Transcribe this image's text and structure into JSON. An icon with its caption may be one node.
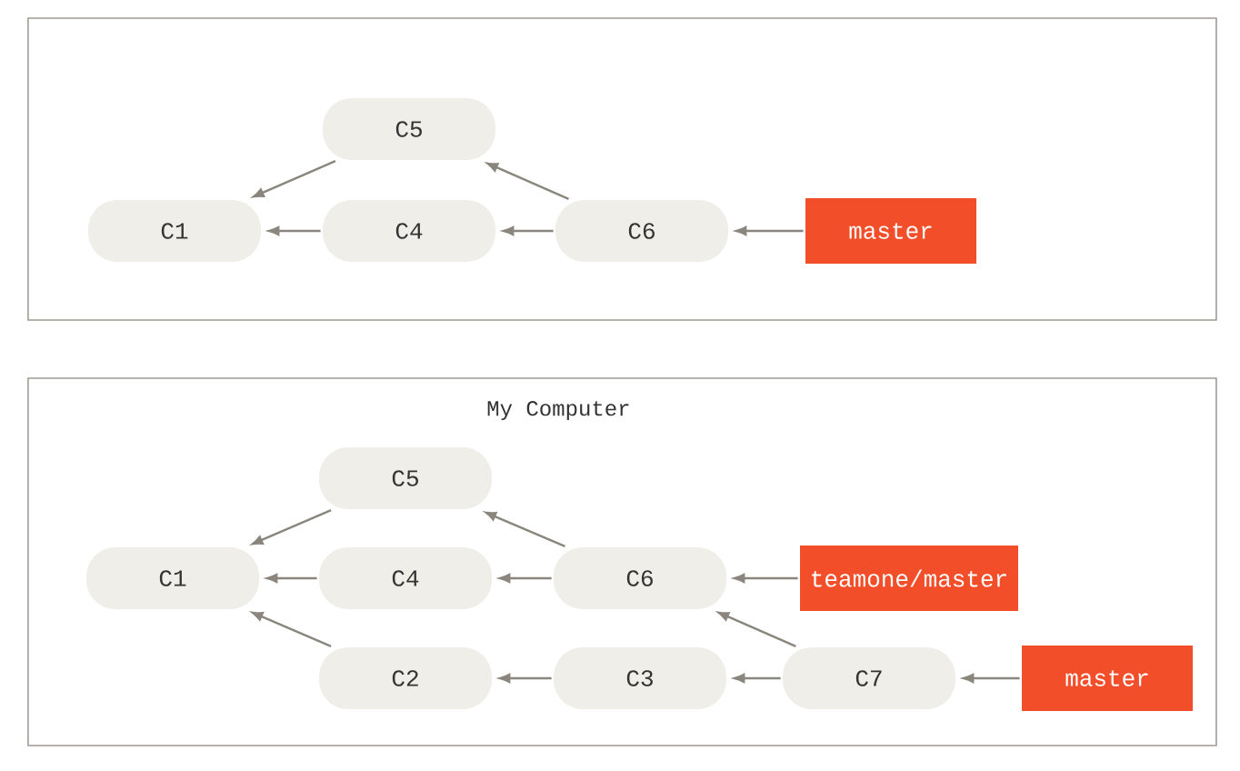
{
  "diagram": {
    "nodes": [
      {
        "text": [],
        "shape": "box"
      },
      {
        "text": [
          "C5"
        ],
        "in": 0
      },
      {
        "text": [
          "C1"
        ],
        "in": 0
      },
      {
        "text": [
          "C4"
        ],
        "in": 0
      },
      {
        "text": [
          "C6"
        ],
        "in": 0
      },
      {
        "text": [
          "master"
        ],
        "in": 0
      },
      {
        "text": [
          "My Computer"
        ]
      },
      {
        "text": [
          "C5"
        ],
        "in": 6
      },
      {
        "text": [
          "C1"
        ],
        "in": 6
      },
      {
        "text": [
          "C4"
        ],
        "in": 6
      },
      {
        "text": [
          "C6"
        ],
        "in": 6
      },
      {
        "text": [
          "teamone/master"
        ],
        "in": 6
      },
      {
        "text": [
          "C2"
        ],
        "in": 6
      },
      {
        "text": [
          "C3"
        ],
        "in": 6
      },
      {
        "text": [
          "C7"
        ],
        "in": 6
      },
      {
        "text": [
          "master"
        ],
        "in": 6
      }
    ],
    "edges": [
      {
        "from": 1,
        "to": 2,
        "arrow": "to"
      },
      {
        "from": 3,
        "to": 2,
        "arrow": "to"
      },
      {
        "from": 4,
        "to": 3,
        "arrow": "to"
      },
      {
        "from": 4,
        "to": 1,
        "arrow": "to"
      },
      {
        "from": 5,
        "to": 4,
        "arrow": "to"
      },
      {
        "from": 7,
        "to": 8,
        "arrow": "to"
      },
      {
        "from": 9,
        "to": 8,
        "arrow": "to"
      },
      {
        "from": 12,
        "to": 8,
        "arrow": "to"
      },
      {
        "from": 10,
        "to": 7,
        "arrow": "to"
      },
      {
        "from": 10,
        "to": 9,
        "arrow": "to"
      },
      {
        "from": 13,
        "to": 12,
        "arrow": "to"
      },
      {
        "from": 14,
        "to": 13,
        "arrow": "to"
      },
      {
        "from": 14,
        "to": 10,
        "arrow": "to"
      },
      {
        "from": 11,
        "to": 10,
        "arrow": "to"
      },
      {
        "from": 15,
        "to": 14,
        "arrow": "to"
      }
    ]
  }
}
